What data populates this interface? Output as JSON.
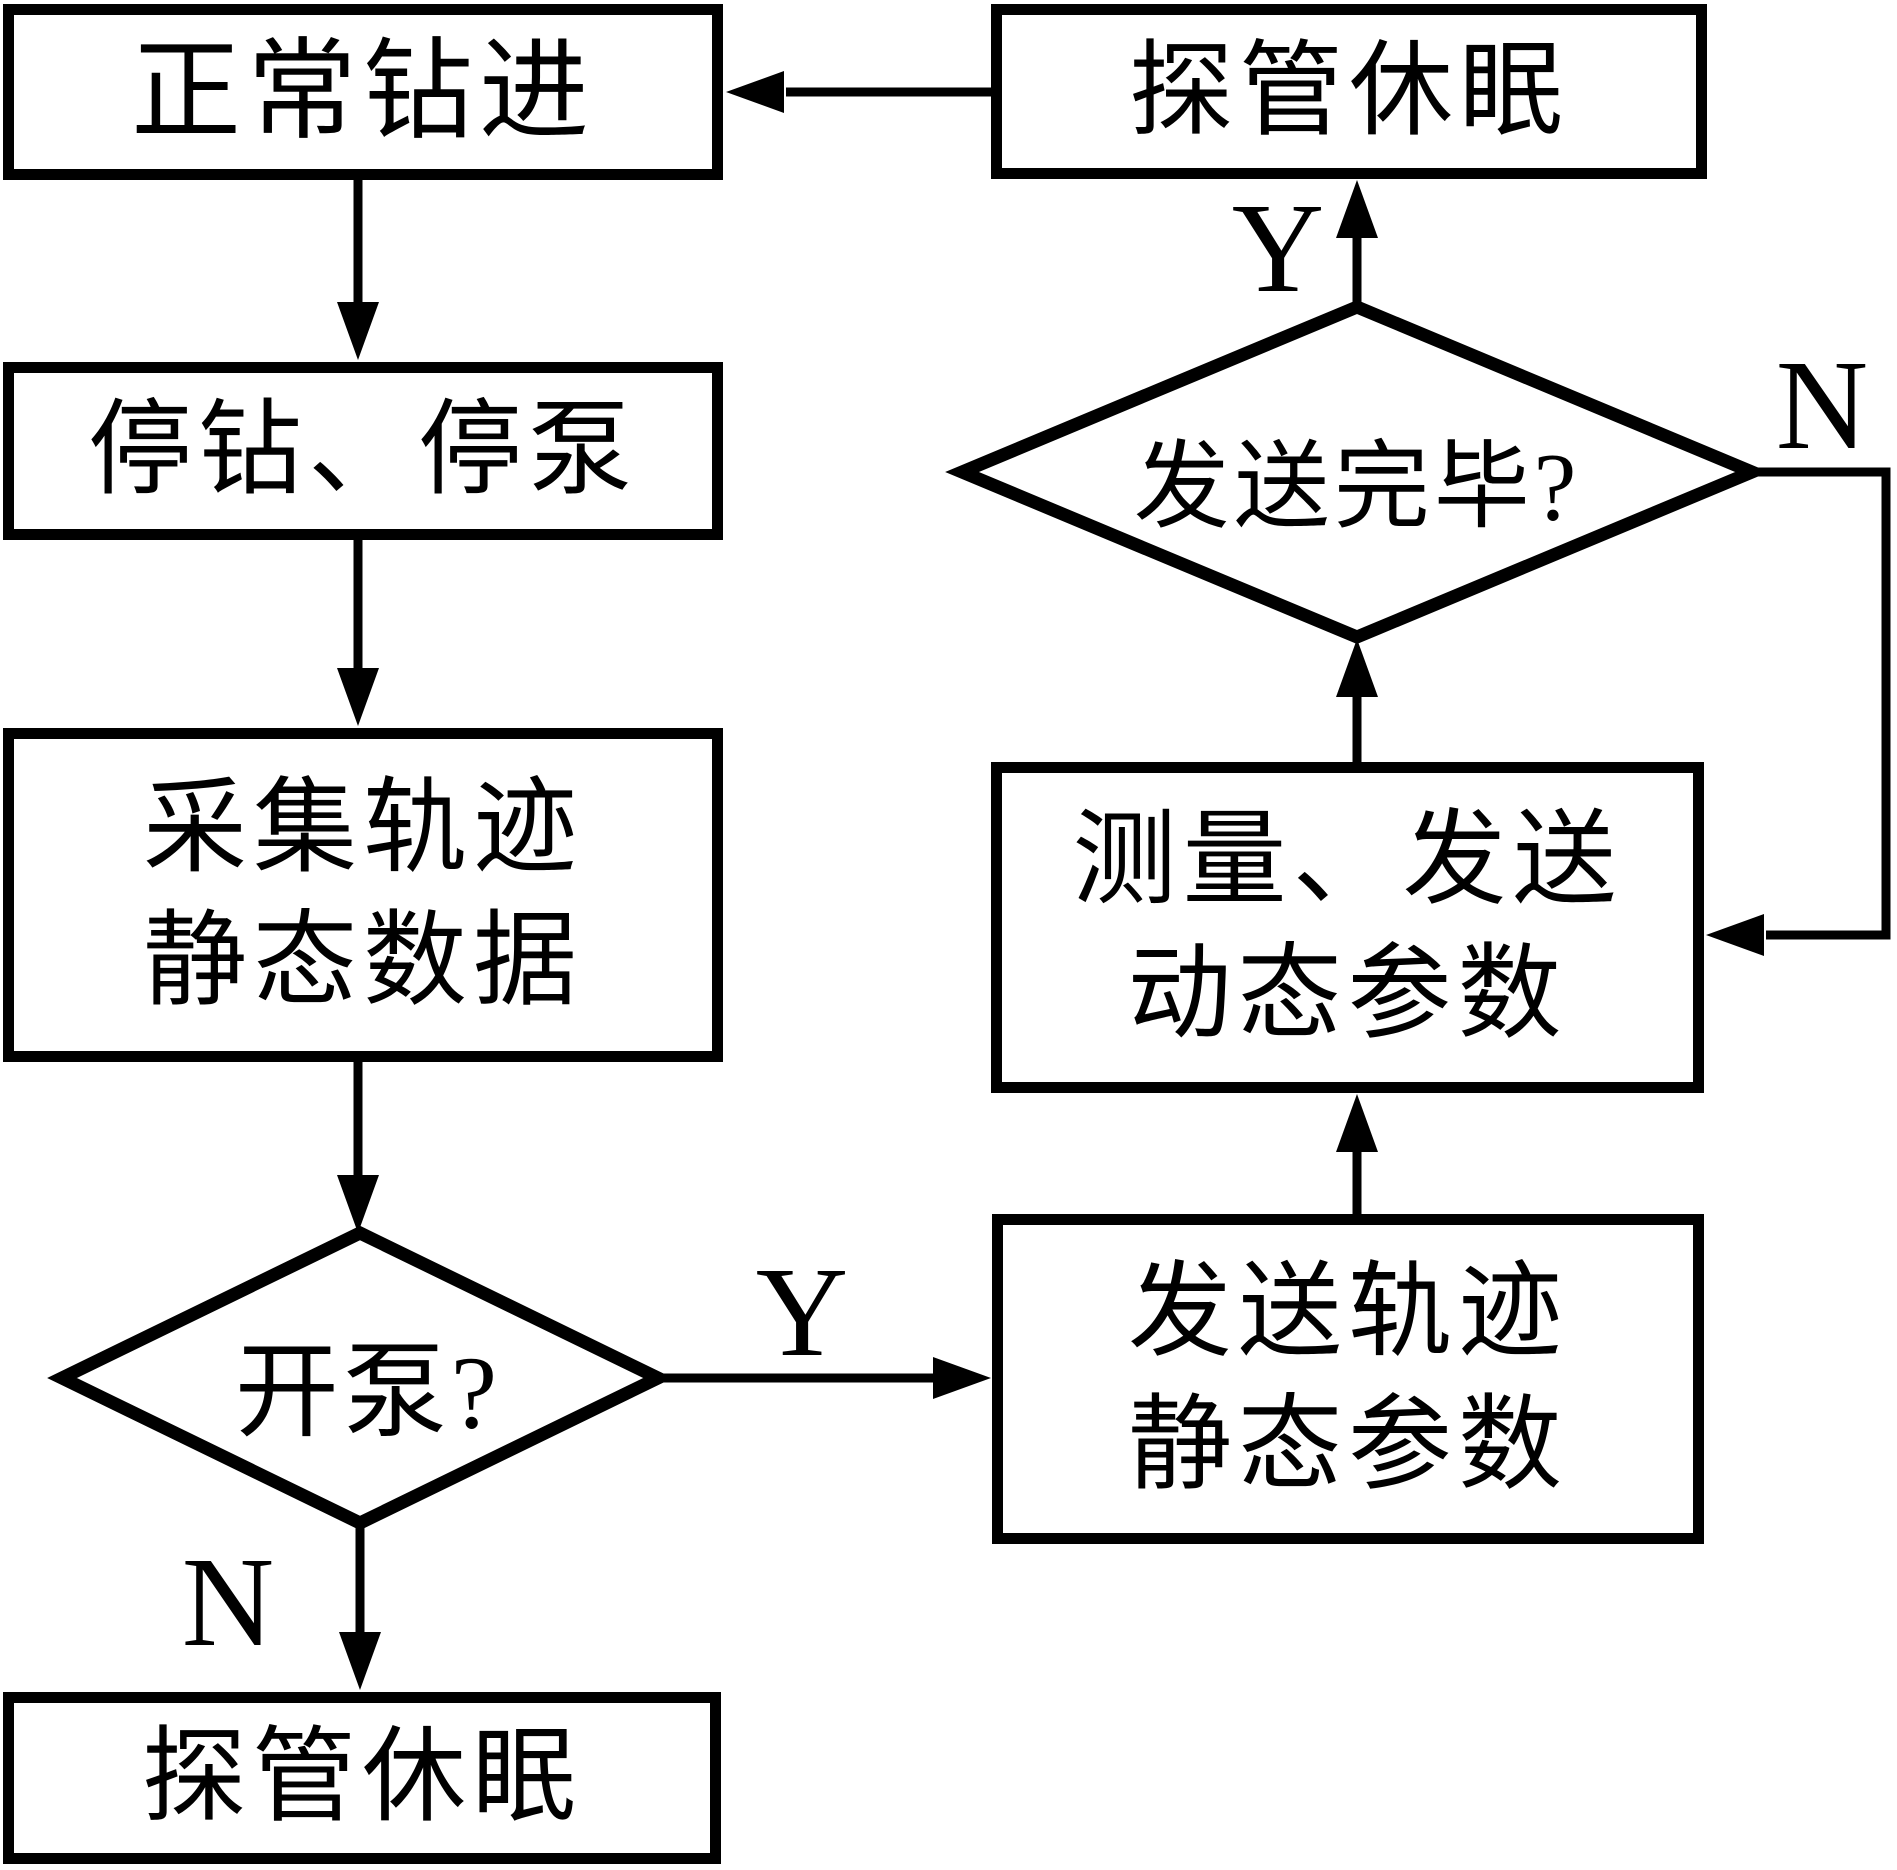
{
  "flowchart": {
    "title_hint": "probe measurement-while-drilling workflow",
    "colors": {
      "stroke": "#000000",
      "background": "#ffffff"
    },
    "boxes": {
      "normal_drilling": "正常钻进",
      "stop_drill_stop_pump": "停钻、停泵",
      "collect_static_line1": "采集轨迹",
      "collect_static_line2": "静态数据",
      "probe_sleep_bottom": "探管休眠",
      "probe_sleep_top": "探管休眠",
      "measure_send_line1": "测量、发送",
      "measure_send_line2": "动态参数",
      "send_static_line1": "发送轨迹",
      "send_static_line2": "静态参数"
    },
    "decisions": {
      "pump_on": "开泵?",
      "send_complete": "发送完毕?"
    },
    "edge_labels": {
      "pump_on_no": "N",
      "pump_on_yes": "Y",
      "send_complete_yes": "Y",
      "send_complete_no": "N"
    }
  }
}
